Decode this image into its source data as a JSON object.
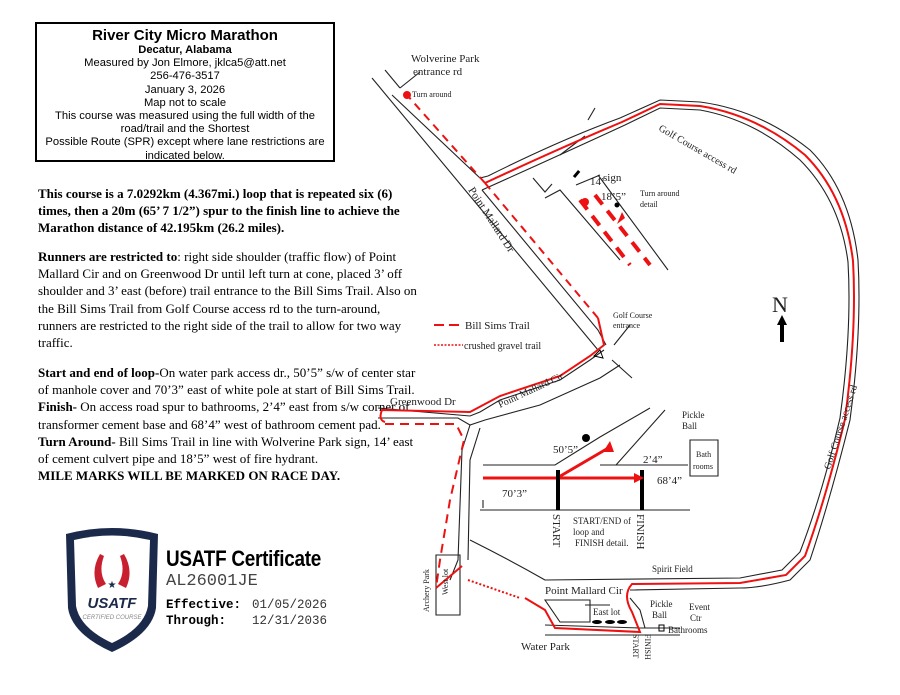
{
  "header": {
    "title": "River City Micro Marathon",
    "location": "Decatur, Alabama",
    "measured_by": "Measured by Jon Elmore, jklca5@att.net",
    "phone": "256-476-3517",
    "date": "January 3, 2026",
    "scale_note": "Map not to scale",
    "note1": "This course was measured using the full width of the",
    "note2": "road/trail and the Shortest",
    "note3": "Possible Route (SPR) except where lane restrictions are",
    "note4": "indicated below."
  },
  "description": {
    "course": "This course is a 7.0292km (4.367mi.) loop that is repeated six (6) times, then a 20m (65’ 7 1/2”) spur to the finish line to achieve the Marathon distance of 42.195km (26.2 miles).",
    "restricted_label": "Runners are restricted to",
    "restricted_text": ": right side shoulder (traffic flow) of Point Mallard Cir and on Greenwood Dr until left turn at cone, placed 3’ off shoulder and 3’ east (before) trail entrance to the Bill Sims Trail. Also on the Bill Sims Trail from Golf Course access rd to the turn-around, runners are restricted to the right side of the trail to allow for two way traffic.",
    "start_label": "Start and end of loop-",
    "start_text": "On water park access dr., 50’5” s/w of center star of manhole cover and 70’3” east of white pole at start of Bill Sims Trail.",
    "finish_label": "Finish-",
    "finish_text": " On access road spur to bathrooms, 2’4” east from s/w corner of transformer cement base and 68’4” west of bathroom cement pad.",
    "turn_label": "Turn Around-",
    "turn_text": " Bill Sims Trail in line with Wolverine Park sign, 14’ east of cement culvert pipe and 18’5” west of fire hydrant.",
    "mile_marks": "MILE MARKS WILL BE MARKED ON RACE DAY."
  },
  "certificate": {
    "logo_text": "USATF",
    "logo_subtext": "CERTIFIED COURSE",
    "title": "USATF Certificate",
    "id": "AL26001JE",
    "effective_label": "Effective:",
    "effective": "01/05/2026",
    "through_label": "Through:",
    "through": "12/31/2036"
  },
  "map": {
    "wolverine1": "Wolverine Park",
    "wolverine2": "entrance rd",
    "turn_around": "Turn around",
    "golf_rd_top": "Golf Course access rd",
    "golf_rd_right": "Golf Course access rd",
    "sign": "sign",
    "d14": "14’",
    "d18": "18’5”",
    "ta_detail1": "Turn around",
    "ta_detail2": "detail",
    "pm_dr": "Point Mallard Dr",
    "north": "N",
    "legend_trail": "Bill Sims Trail",
    "legend_gravel": "crushed gravel trail",
    "golf_entr1": "Golf Course",
    "golf_entr2": "entrance",
    "pm_cir_top": "Point Mallard Cir",
    "greenwood": "Greenwood Dr",
    "pickle1": "Pickle",
    "pickle2": "Ball",
    "d50": "50’5”",
    "d24": "2’4”",
    "bath1": "Bath",
    "bath2": "rooms",
    "d70": "70’3”",
    "d68": "68’4”",
    "start": "START",
    "finish": "FINISH",
    "detail1": "START/END of",
    "detail2": "loop and",
    "detail3": "FINISH detail.",
    "spirit": "Spirit Field",
    "archery": "Archery Park",
    "west_lot": "West lot",
    "pm_cir_bottom": "Point Mallard Cir",
    "east_lot": "East lot",
    "pickle_b1": "Pickle",
    "pickle_b2": "Ball",
    "event1": "Event",
    "event2": "Ctr",
    "bathrooms": "Bathrooms",
    "water_park": "Water Park",
    "start_b": "START",
    "finish_b": "FINISH"
  },
  "colors": {
    "route": "#ee1111",
    "navy": "#1b2a4a",
    "usatf_red": "#c8202f"
  }
}
